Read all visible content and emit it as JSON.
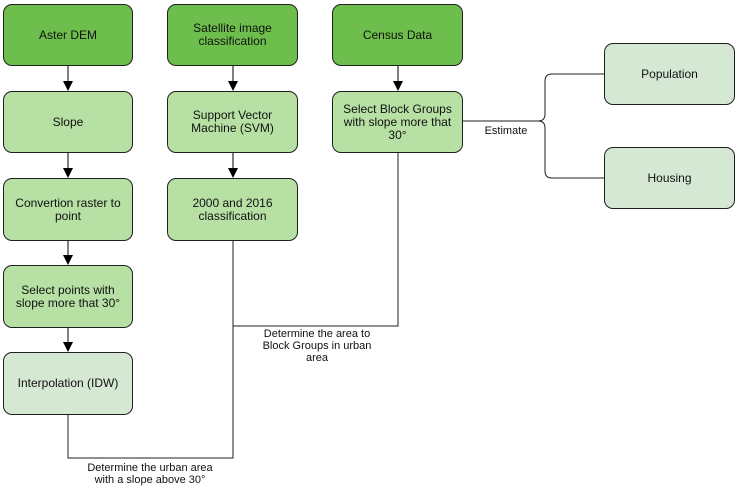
{
  "nodes": {
    "aster_dem": "Aster DEM",
    "slope": "Slope",
    "conversion": "Convertion raster to point",
    "select_points": "Select points with slope more that 30°",
    "interpolation": "Interpolation (IDW)",
    "satellite": "Satellite image classification",
    "svm": "Support Vector Machine (SVM)",
    "classification": "2000 and 2016 classification",
    "census": "Census Data",
    "select_block": "Select Block Groups with slope more that 30°",
    "population": "Population",
    "housing": "Housing"
  },
  "edge_labels": {
    "estimate": "Estimate",
    "determine_block": "Determine the area to\nBlock Groups in urban\narea",
    "determine_urban": "Determine the urban area\nwith a slope above 30°"
  },
  "colors": {
    "dark_green": "#6dbe4c",
    "mid_green": "#b7e0a4",
    "light_green": "#d5e8d4",
    "line": "#1f1f1f"
  }
}
